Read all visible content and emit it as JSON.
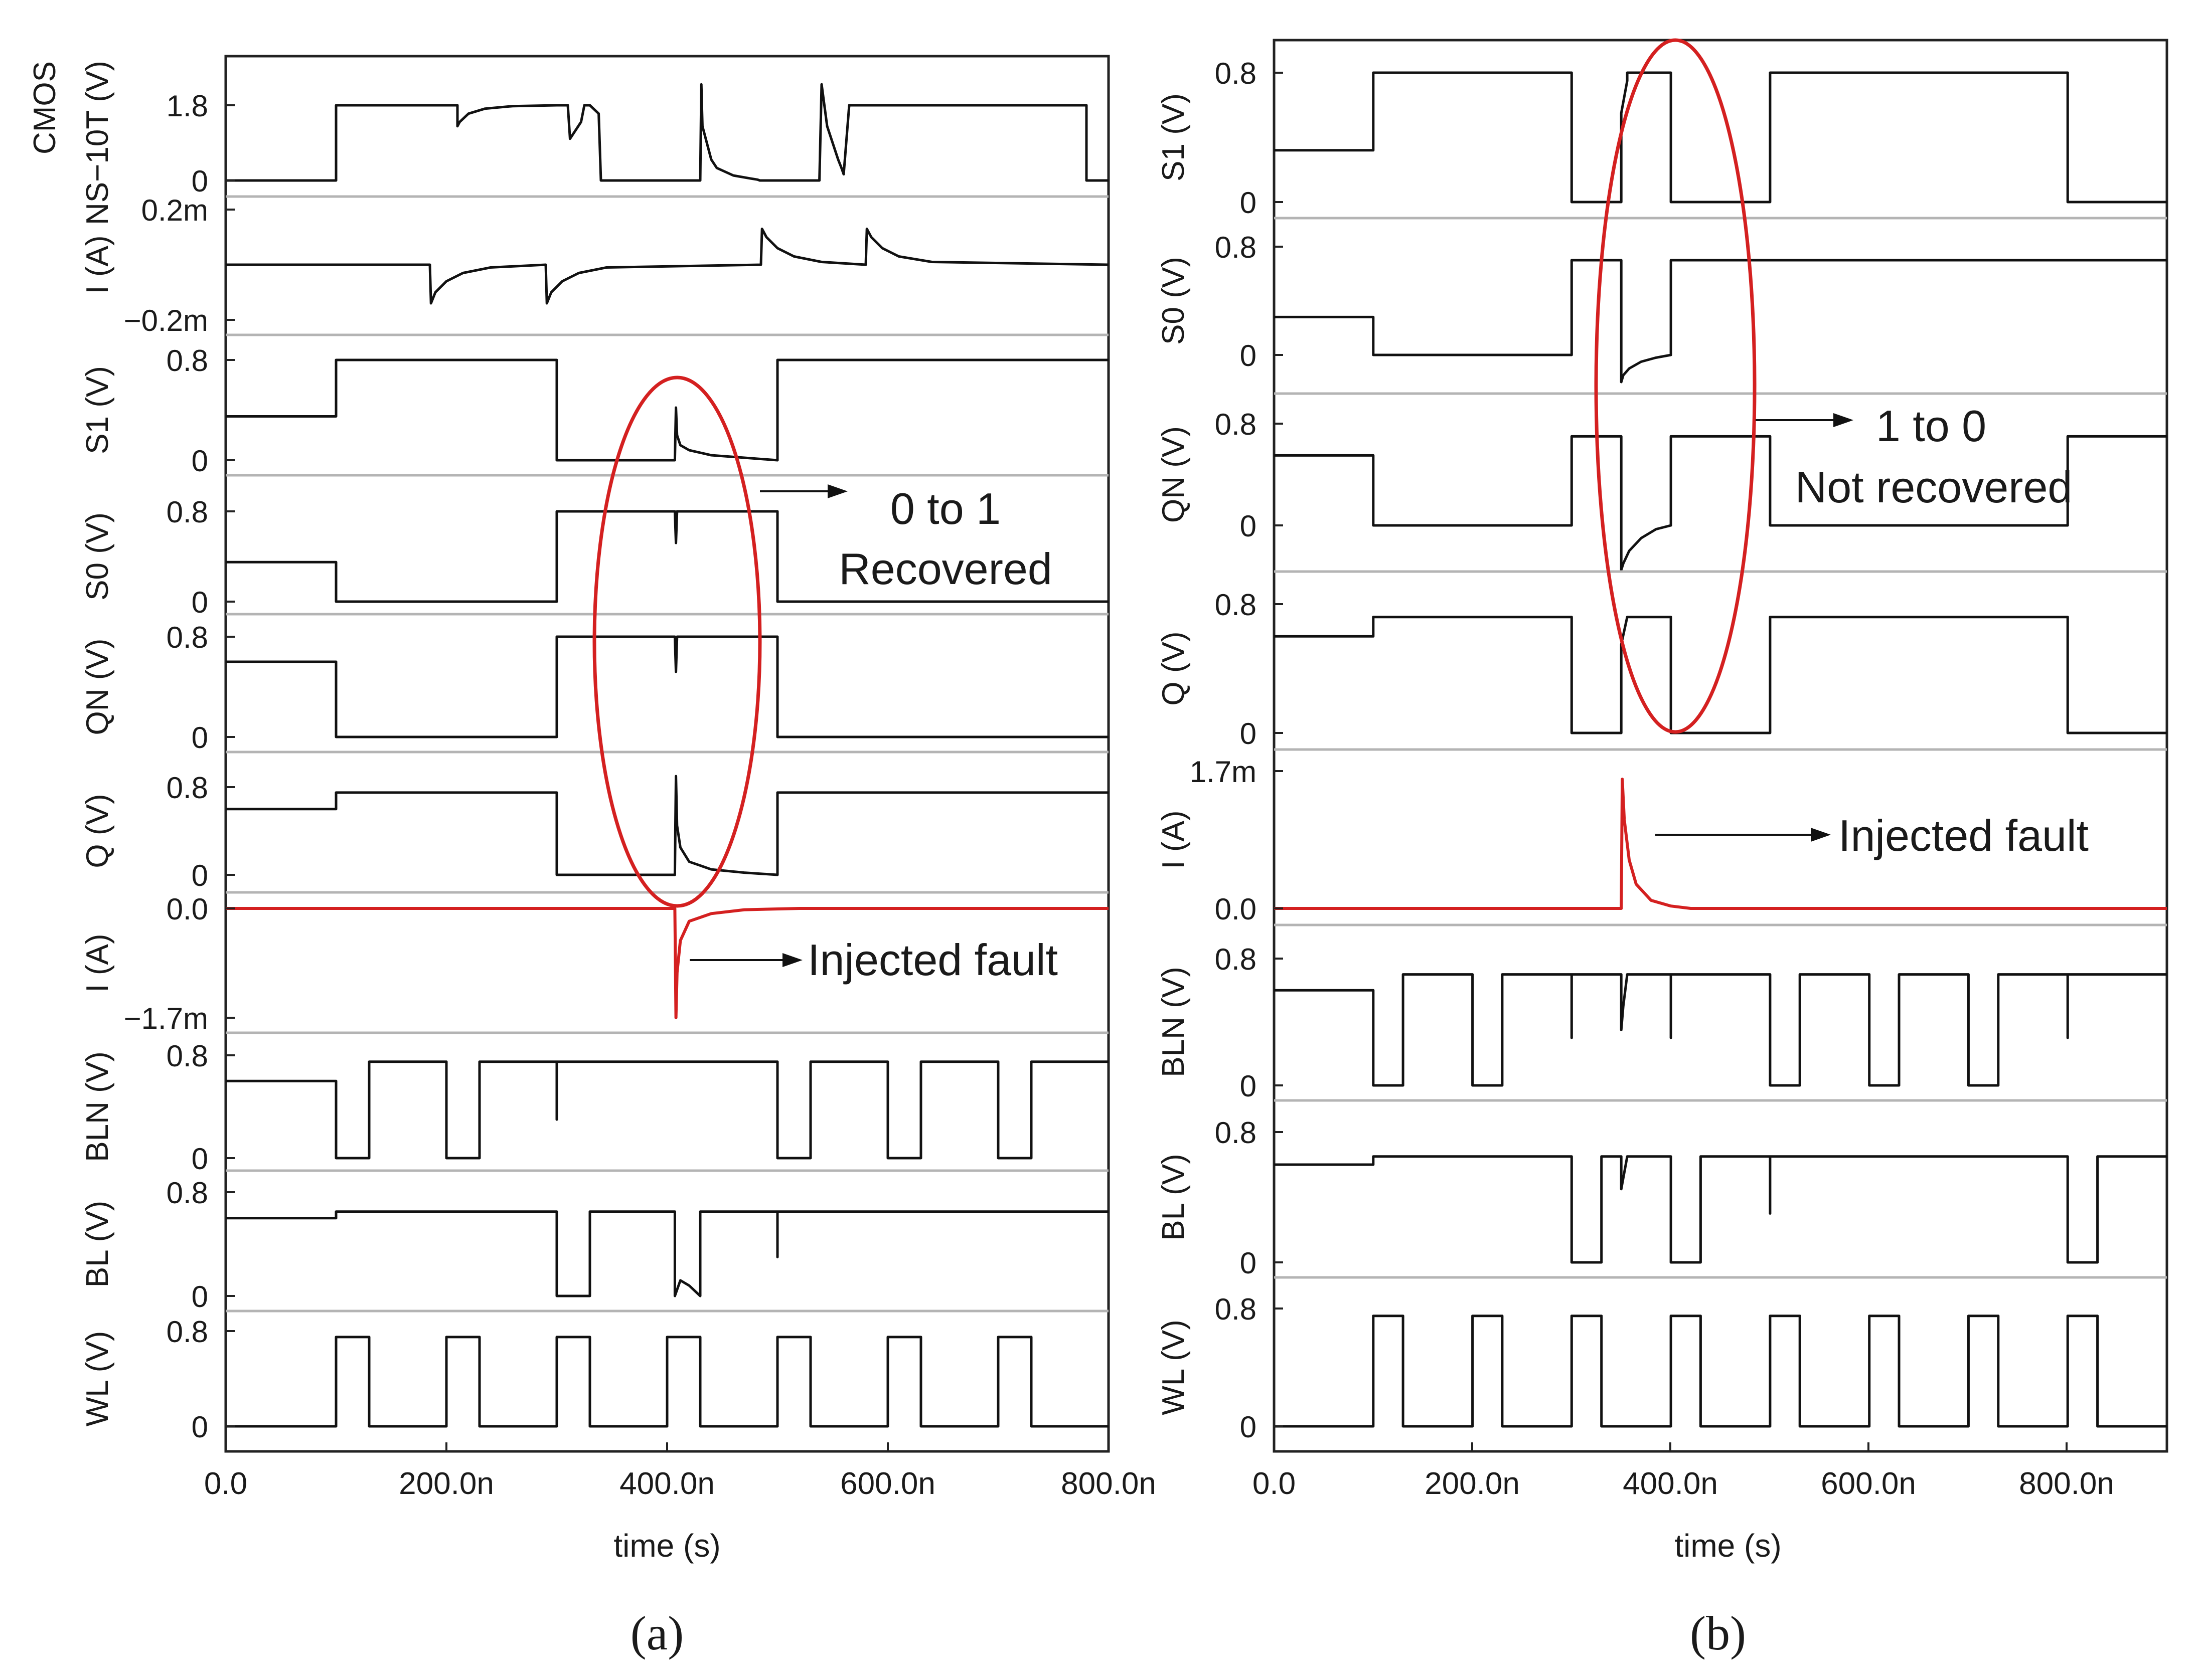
{
  "chart_data": [
    {
      "type": "line",
      "panel_label": "(a)",
      "xlabel": "time (s)",
      "xlim": [
        0,
        8e-07
      ],
      "x_tick_labels": [
        "0.0",
        "200.0n",
        "400.0n",
        "600.0n",
        "800.0n"
      ],
      "annotations": [
        {
          "text": "0 to 1"
        },
        {
          "text": "Recovered"
        },
        {
          "text": "Injected fault"
        }
      ],
      "rows": [
        {
          "ylabel": "NS−10T (V)",
          "ylabel_extra": "CMOS",
          "ylim": [
            0,
            1.8
          ],
          "tick_labels": [
            "1.8",
            "0"
          ],
          "x": [
            0,
            100,
            100,
            210,
            210,
            212,
            220,
            235,
            260,
            300,
            310,
            312,
            322,
            325,
            330,
            338,
            340,
            350,
            430,
            431,
            432,
            440,
            445,
            460,
            475,
            482,
            484,
            500,
            538,
            540,
            545,
            555,
            558,
            560,
            565,
            568,
            570,
            580,
            590,
            780,
            780,
            800
          ],
          "y": [
            0,
            0,
            1.8,
            1.8,
            1.3,
            1.4,
            1.6,
            1.72,
            1.78,
            1.8,
            1.8,
            1.0,
            1.4,
            1.8,
            1.8,
            1.6,
            0,
            0,
            0,
            2.3,
            1.3,
            0.5,
            0.3,
            0.12,
            0.05,
            0.02,
            0,
            0,
            0,
            2.3,
            1.3,
            0.5,
            0.3,
            0.15,
            1.8,
            1.8,
            1.8,
            1.8,
            1.8,
            1.8,
            0,
            0
          ]
        },
        {
          "ylabel": "I (A)",
          "ylim": [
            -0.0002,
            0.0002
          ],
          "tick_labels": [
            "0.2m",
            "−0.2m"
          ],
          "x": [
            0,
            185,
            186,
            190,
            200,
            215,
            240,
            290,
            291,
            295,
            305,
            320,
            345,
            485,
            486,
            490,
            500,
            515,
            540,
            580,
            581,
            585,
            595,
            610,
            640,
            800
          ],
          "y": [
            0,
            0,
            -0.00014,
            -0.0001,
            -6e-05,
            -3e-05,
            -1e-05,
            0,
            -0.00014,
            -0.0001,
            -6e-05,
            -3e-05,
            -1e-05,
            0,
            0.00013,
            0.0001,
            6e-05,
            3e-05,
            1e-05,
            0,
            0.00013,
            0.0001,
            6e-05,
            3e-05,
            1e-05,
            0
          ]
        },
        {
          "ylabel": "S1 (V)",
          "ylim": [
            0,
            0.8
          ],
          "tick_labels": [
            "0.8",
            "0"
          ],
          "x": [
            0,
            100,
            100,
            300,
            300,
            407,
            408,
            409,
            412,
            420,
            440,
            470,
            500,
            500,
            800
          ],
          "y": [
            0.35,
            0.35,
            0.8,
            0.8,
            0,
            0,
            0.42,
            0.2,
            0.12,
            0.08,
            0.04,
            0.02,
            0,
            0.8,
            0.8
          ]
        },
        {
          "ylabel": "S0 (V)",
          "ylim": [
            0,
            0.8
          ],
          "tick_labels": [
            "0.8",
            "0"
          ],
          "x": [
            0,
            100,
            100,
            300,
            300,
            407,
            408,
            409,
            410,
            500,
            500,
            800
          ],
          "y": [
            0.35,
            0.35,
            0,
            0,
            0.8,
            0.8,
            0.52,
            0.8,
            0.8,
            0.8,
            0,
            0
          ]
        },
        {
          "ylabel": "QN (V)",
          "ylim": [
            0,
            0.8
          ],
          "tick_labels": [
            "0.8",
            "0"
          ],
          "x": [
            0,
            100,
            100,
            300,
            300,
            407,
            408,
            409,
            410,
            500,
            500,
            800
          ],
          "y": [
            0.6,
            0.6,
            0,
            0,
            0.8,
            0.8,
            0.52,
            0.8,
            0.8,
            0.8,
            0,
            0
          ]
        },
        {
          "ylabel": "Q (V)",
          "ylim": [
            0,
            0.8
          ],
          "tick_labels": [
            "0.8",
            "0"
          ],
          "x": [
            0,
            100,
            100,
            300,
            300,
            407,
            408,
            409,
            412,
            420,
            440,
            470,
            500,
            500,
            800
          ],
          "y": [
            0.6,
            0.6,
            0.75,
            0.75,
            0,
            0,
            0.9,
            0.45,
            0.25,
            0.12,
            0.05,
            0.02,
            0,
            0.75,
            0.75
          ]
        },
        {
          "ylabel": "I (A)",
          "ylim": [
            -0.0017,
            0
          ],
          "tick_labels": [
            "0.0",
            "−1.7m"
          ],
          "x": [
            0,
            407,
            408,
            409,
            412,
            420,
            440,
            470,
            520,
            800
          ],
          "y": [
            0,
            0,
            -0.0017,
            -0.001,
            -0.0005,
            -0.0002,
            -8e-05,
            -2e-05,
            0,
            0
          ]
        },
        {
          "ylabel": "BLN (V)",
          "ylim": [
            0,
            0.8
          ],
          "tick_labels": [
            "0.8",
            "0"
          ],
          "x": [
            0,
            100,
            100,
            130,
            130,
            200,
            200,
            230,
            230,
            300,
            300,
            300,
            500,
            500,
            530,
            530,
            600,
            600,
            630,
            630,
            700,
            700,
            730,
            730,
            800
          ],
          "y": [
            0.6,
            0.6,
            0,
            0,
            0.75,
            0.75,
            0,
            0,
            0.75,
            0.75,
            0.3,
            0.75,
            0.75,
            0,
            0,
            0.75,
            0.75,
            0,
            0,
            0.75,
            0.75,
            0,
            0,
            0.75,
            0.75
          ]
        },
        {
          "ylabel": "BL (V)",
          "ylim": [
            0,
            0.8
          ],
          "tick_labels": [
            "0.8",
            "0"
          ],
          "x": [
            0,
            100,
            100,
            300,
            300,
            330,
            330,
            407,
            407,
            412,
            420,
            430,
            430,
            500,
            500,
            500,
            800
          ],
          "y": [
            0.6,
            0.6,
            0.65,
            0.65,
            0,
            0,
            0.65,
            0.65,
            0,
            0.12,
            0.08,
            0,
            0.65,
            0.65,
            0.3,
            0.65,
            0.65
          ]
        },
        {
          "ylabel": "WL (V)",
          "ylim": [
            0,
            0.8
          ],
          "tick_labels": [
            "0.8",
            "0"
          ],
          "x": [
            0,
            100,
            100,
            130,
            130,
            200,
            200,
            230,
            230,
            300,
            300,
            330,
            330,
            400,
            400,
            430,
            430,
            500,
            500,
            530,
            530,
            600,
            600,
            630,
            630,
            700,
            700,
            730,
            730,
            800
          ],
          "y": [
            0,
            0,
            0.75,
            0.75,
            0,
            0,
            0.75,
            0.75,
            0,
            0,
            0.75,
            0.75,
            0,
            0,
            0.75,
            0.75,
            0,
            0,
            0.75,
            0.75,
            0,
            0,
            0.75,
            0.75,
            0,
            0,
            0.75,
            0.75,
            0,
            0
          ]
        }
      ]
    },
    {
      "type": "line",
      "panel_label": "(b)",
      "xlabel": "time (s)",
      "xlim": [
        0,
        9e-07
      ],
      "x_tick_labels": [
        "0.0",
        "200.0n",
        "400.0n",
        "600.0n",
        "800.0n"
      ],
      "annotations": [
        {
          "text": "1 to 0"
        },
        {
          "text": "Not recovered"
        },
        {
          "text": "Injected fault"
        }
      ],
      "rows": [
        {
          "ylabel": "S1 (V)",
          "ylim": [
            0,
            0.8
          ],
          "tick_labels": [
            "0.8",
            "0"
          ],
          "x": [
            0,
            100,
            100,
            300,
            300,
            350,
            350,
            356,
            356,
            400,
            400,
            500,
            500,
            800,
            800,
            900
          ],
          "y": [
            0.32,
            0.32,
            0.8,
            0.8,
            0,
            0,
            0.55,
            0.75,
            0.8,
            0.8,
            0,
            0,
            0.8,
            0.8,
            0,
            0
          ]
        },
        {
          "ylabel": "S0 (V)",
          "ylim": [
            0,
            0.8
          ],
          "tick_labels": [
            "0.8",
            "0"
          ],
          "x": [
            0,
            100,
            100,
            300,
            300,
            350,
            350,
            352,
            358,
            370,
            385,
            400,
            400,
            500,
            500,
            900
          ],
          "y": [
            0.28,
            0.28,
            0,
            0,
            0.7,
            0.7,
            -0.2,
            -0.15,
            -0.1,
            -0.05,
            -0.02,
            0,
            0.7,
            0.7,
            0.7,
            0.7
          ]
        },
        {
          "ylabel": "QN (V)",
          "ylim": [
            0,
            0.8
          ],
          "tick_labels": [
            "0.8",
            "0"
          ],
          "x": [
            0,
            100,
            100,
            300,
            300,
            350,
            350,
            352,
            358,
            370,
            385,
            400,
            400,
            500,
            500,
            800,
            800,
            900
          ],
          "y": [
            0.55,
            0.55,
            0,
            0,
            0.7,
            0.7,
            -0.35,
            -0.3,
            -0.2,
            -0.1,
            -0.03,
            0,
            0.7,
            0.7,
            0,
            0,
            0.7,
            0.7
          ]
        },
        {
          "ylabel": "Q (V)",
          "ylim": [
            0,
            0.8
          ],
          "tick_labels": [
            "0.8",
            "0"
          ],
          "x": [
            0,
            100,
            100,
            300,
            300,
            350,
            350,
            356,
            356,
            400,
            400,
            500,
            500,
            800,
            800,
            900
          ],
          "y": [
            0.6,
            0.6,
            0.72,
            0.72,
            0,
            0,
            0.55,
            0.72,
            0.72,
            0.72,
            0,
            0,
            0.72,
            0.72,
            0,
            0
          ]
        },
        {
          "ylabel": "I (A)",
          "ylim": [
            0,
            0.0017
          ],
          "tick_labels": [
            "1.7m",
            "0.0"
          ],
          "x": [
            0,
            350,
            351,
            353,
            358,
            365,
            380,
            400,
            420,
            900
          ],
          "y": [
            0,
            0,
            0.0016,
            0.0011,
            0.0006,
            0.0003,
            0.0001,
            3e-05,
            0,
            0
          ]
        },
        {
          "ylabel": "BLN (V)",
          "ylim": [
            0,
            0.8
          ],
          "tick_labels": [
            "0.8",
            "0"
          ],
          "x": [
            0,
            100,
            100,
            130,
            130,
            200,
            200,
            230,
            230,
            300,
            300,
            300,
            350,
            350,
            352,
            356,
            400,
            400,
            400,
            500,
            500,
            530,
            530,
            600,
            600,
            630,
            630,
            700,
            700,
            730,
            730,
            800,
            800,
            800,
            900
          ],
          "y": [
            0.6,
            0.6,
            0,
            0,
            0.7,
            0.7,
            0,
            0,
            0.7,
            0.7,
            0.3,
            0.7,
            0.7,
            0.35,
            0.5,
            0.7,
            0.7,
            0.3,
            0.7,
            0.7,
            0,
            0,
            0.7,
            0.7,
            0,
            0,
            0.7,
            0.7,
            0,
            0,
            0.7,
            0.7,
            0.3,
            0.7,
            0.7
          ]
        },
        {
          "ylabel": "BL (V)",
          "ylim": [
            0,
            0.8
          ],
          "tick_labels": [
            "0.8",
            "0"
          ],
          "x": [
            0,
            100,
            100,
            300,
            300,
            330,
            330,
            350,
            350,
            356,
            400,
            400,
            430,
            430,
            500,
            500,
            500,
            800,
            800,
            830,
            830,
            900
          ],
          "y": [
            0.6,
            0.6,
            0.65,
            0.65,
            0,
            0,
            0.65,
            0.65,
            0.45,
            0.65,
            0.65,
            0,
            0,
            0.65,
            0.65,
            0.3,
            0.65,
            0.65,
            0,
            0,
            0.65,
            0.65
          ]
        },
        {
          "ylabel": "WL (V)",
          "ylim": [
            0,
            0.8
          ],
          "tick_labels": [
            "0.8",
            "0"
          ],
          "x": [
            0,
            100,
            100,
            130,
            130,
            200,
            200,
            230,
            230,
            300,
            300,
            330,
            330,
            400,
            400,
            430,
            430,
            500,
            500,
            530,
            530,
            600,
            600,
            630,
            630,
            700,
            700,
            730,
            730,
            800,
            800,
            830,
            830,
            900
          ],
          "y": [
            0,
            0,
            0.75,
            0.75,
            0,
            0,
            0.75,
            0.75,
            0,
            0,
            0.75,
            0.75,
            0,
            0,
            0.75,
            0.75,
            0,
            0,
            0.75,
            0.75,
            0,
            0,
            0.75,
            0.75,
            0,
            0,
            0.75,
            0.75,
            0,
            0,
            0.75,
            0.75,
            0,
            0
          ]
        }
      ]
    }
  ],
  "colors": {
    "trace": "#111111",
    "fault_trace": "#d42020",
    "ellipse": "#d42020",
    "separator": "#b4b4b4",
    "frame": "#222222"
  }
}
